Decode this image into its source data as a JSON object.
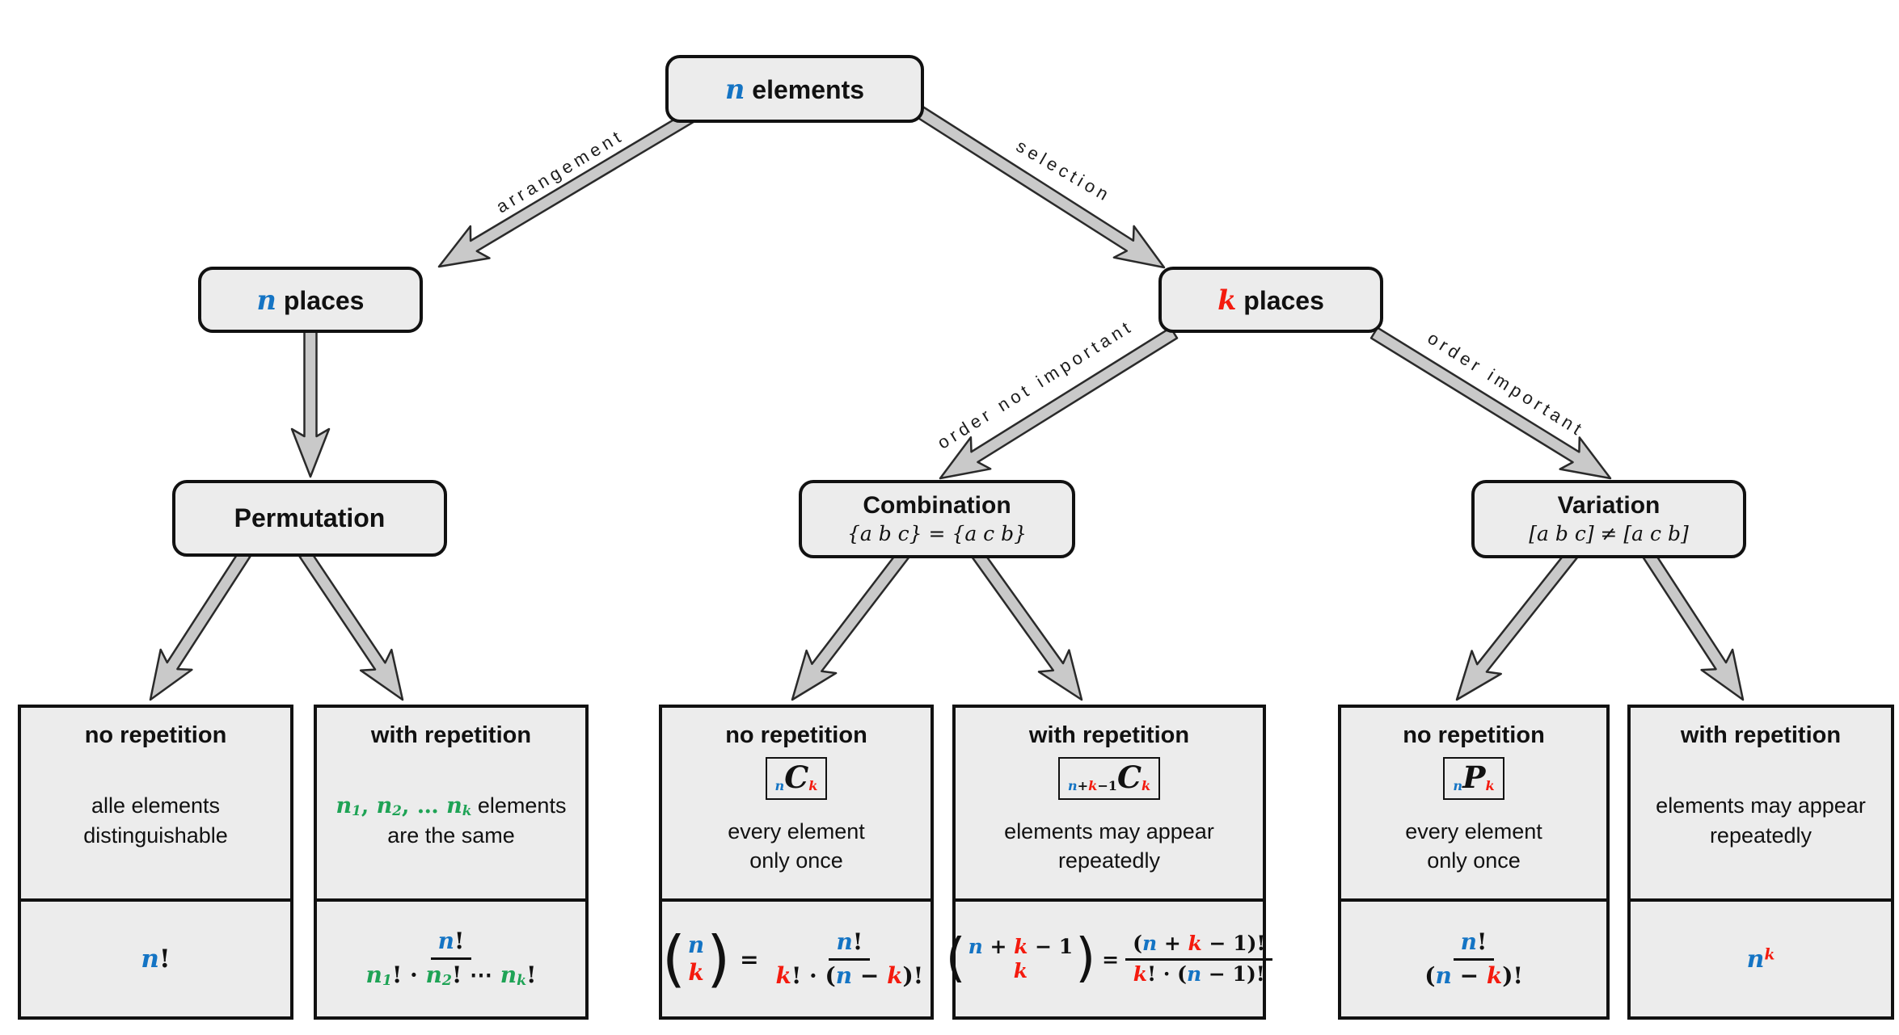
{
  "colors": {
    "blue": "#1474c4",
    "red": "#f41a0e",
    "green": "#1ea355",
    "box_fill": "#ececec",
    "arrow_fill": "#c9c9c9"
  },
  "nodes": {
    "root": {
      "tokens": [
        {
          "t": "n",
          "cls": "m blue"
        },
        {
          "t": " elements",
          "cls": "b"
        }
      ]
    },
    "n_places": {
      "tokens": [
        {
          "t": "n",
          "cls": "m blue"
        },
        {
          "t": " places",
          "cls": "b"
        }
      ]
    },
    "k_places": {
      "tokens": [
        {
          "t": "k",
          "cls": "m red"
        },
        {
          "t": " places",
          "cls": "b"
        }
      ]
    },
    "permutation": {
      "title": "Permutation"
    },
    "combination": {
      "title": "Combination",
      "subtitle": "{a b c} = {a c b}"
    },
    "variation": {
      "title": "Variation",
      "subtitle": "[a b c] ≠ [a c b]"
    }
  },
  "edges": {
    "arrangement": "arrangement",
    "selection": "selection",
    "order_not_important": "order not important",
    "order_important": "order important"
  },
  "leaves": [
    {
      "title": "no repetition",
      "desc": [
        [
          {
            "t": "alle elements",
            "cls": "s"
          }
        ],
        [
          {
            "t": "distinguishable",
            "cls": "s"
          }
        ]
      ],
      "formula": {
        "tokens": [
          {
            "t": "n",
            "cls": "m blue"
          },
          {
            "t": "!",
            "cls": "m u"
          }
        ]
      }
    },
    {
      "title": "with repetition",
      "desc": [
        [
          {
            "t": "n",
            "cls": "m green"
          },
          {
            "t": "1",
            "cls": "m green sb"
          },
          {
            "t": ", ",
            "cls": "m green u"
          },
          {
            "t": "n",
            "cls": "m green"
          },
          {
            "t": "2",
            "cls": "m green sb"
          },
          {
            "t": ", … ",
            "cls": "m green u"
          },
          {
            "t": "n",
            "cls": "m green"
          },
          {
            "t": "k",
            "cls": "m green sb"
          },
          {
            "t": " elements",
            "cls": "s"
          }
        ],
        [
          {
            "t": "are the same",
            "cls": "s"
          }
        ]
      ],
      "formula": {
        "num": [
          {
            "t": "n",
            "cls": "m blue"
          },
          {
            "t": "!",
            "cls": "m u"
          }
        ],
        "den": [
          {
            "t": "n",
            "cls": "m green"
          },
          {
            "t": "1",
            "cls": "m green sb"
          },
          {
            "t": "! · ",
            "cls": "m u"
          },
          {
            "t": "n",
            "cls": "m green"
          },
          {
            "t": "2",
            "cls": "m green sb"
          },
          {
            "t": "! ⋯ ",
            "cls": "m u"
          },
          {
            "t": "n",
            "cls": "m green"
          },
          {
            "t": "k",
            "cls": "m green sb"
          },
          {
            "t": "!",
            "cls": "m u"
          }
        ]
      }
    },
    {
      "title": "no repetition",
      "badge": [
        {
          "t": "n",
          "cls": "m blue sb"
        },
        {
          "t": "C",
          "cls": "m big"
        },
        {
          "t": "k",
          "cls": "m red sb"
        }
      ],
      "desc": [
        [
          {
            "t": "every element",
            "cls": "s"
          }
        ],
        [
          {
            "t": "only once",
            "cls": "s"
          }
        ]
      ],
      "formula": {
        "binom_top": [
          {
            "t": "n",
            "cls": "m blue"
          }
        ],
        "binom_bottom": [
          {
            "t": "k",
            "cls": "m red"
          }
        ],
        "eq": "=",
        "num": [
          {
            "t": "n",
            "cls": "m blue"
          },
          {
            "t": "!",
            "cls": "m u"
          }
        ],
        "den": [
          {
            "t": "k",
            "cls": "m red"
          },
          {
            "t": "! · (",
            "cls": "m u"
          },
          {
            "t": "n",
            "cls": "m blue"
          },
          {
            "t": " − ",
            "cls": "m u"
          },
          {
            "t": "k",
            "cls": "m red"
          },
          {
            "t": ")!",
            "cls": "m u"
          }
        ]
      }
    },
    {
      "title": "with repetition",
      "badge": [
        {
          "t": "n",
          "cls": "m blue sb"
        },
        {
          "t": "+",
          "cls": "m u sb"
        },
        {
          "t": "k",
          "cls": "m red sb"
        },
        {
          "t": "−1",
          "cls": "m u sb"
        },
        {
          "t": "C",
          "cls": "m big"
        },
        {
          "t": "k",
          "cls": "m red sb"
        }
      ],
      "desc": [
        [
          {
            "t": "elements may appear",
            "cls": "s"
          }
        ],
        [
          {
            "t": "repeatedly",
            "cls": "s"
          }
        ]
      ],
      "formula": {
        "binom_top": [
          {
            "t": "n",
            "cls": "m blue"
          },
          {
            "t": " + ",
            "cls": "m u"
          },
          {
            "t": "k",
            "cls": "m red"
          },
          {
            "t": " − 1",
            "cls": "m u"
          }
        ],
        "binom_bottom": [
          {
            "t": "k",
            "cls": "m red"
          }
        ],
        "eq": "=",
        "num": [
          {
            "t": "(",
            "cls": "m u"
          },
          {
            "t": "n",
            "cls": "m blue"
          },
          {
            "t": " + ",
            "cls": "m u"
          },
          {
            "t": "k",
            "cls": "m red"
          },
          {
            "t": " − 1",
            "cls": "m u"
          },
          {
            "t": ")!",
            "cls": "m u"
          }
        ],
        "den": [
          {
            "t": "k",
            "cls": "m red"
          },
          {
            "t": "! · (",
            "cls": "m u"
          },
          {
            "t": "n",
            "cls": "m blue"
          },
          {
            "t": " − 1)!",
            "cls": "m u"
          }
        ]
      }
    },
    {
      "title": "no repetition",
      "badge": [
        {
          "t": "n",
          "cls": "m blue sb"
        },
        {
          "t": "P",
          "cls": "m big"
        },
        {
          "t": "k",
          "cls": "m red sb"
        }
      ],
      "desc": [
        [
          {
            "t": "every element",
            "cls": "s"
          }
        ],
        [
          {
            "t": "only once",
            "cls": "s"
          }
        ]
      ],
      "formula": {
        "num": [
          {
            "t": "n",
            "cls": "m blue"
          },
          {
            "t": "!",
            "cls": "m u"
          }
        ],
        "den": [
          {
            "t": "(",
            "cls": "m u"
          },
          {
            "t": "n",
            "cls": "m blue"
          },
          {
            "t": " − ",
            "cls": "m u"
          },
          {
            "t": "k",
            "cls": "m red"
          },
          {
            "t": ")!",
            "cls": "m u"
          }
        ]
      }
    },
    {
      "title": "with repetition",
      "desc": [
        [
          {
            "t": "elements may appear",
            "cls": "s"
          }
        ],
        [
          {
            "t": "repeatedly",
            "cls": "s"
          }
        ]
      ],
      "formula": {
        "tokens": [
          {
            "t": "n",
            "cls": "m blue"
          },
          {
            "t": "k",
            "cls": "m red sp"
          }
        ]
      }
    }
  ]
}
